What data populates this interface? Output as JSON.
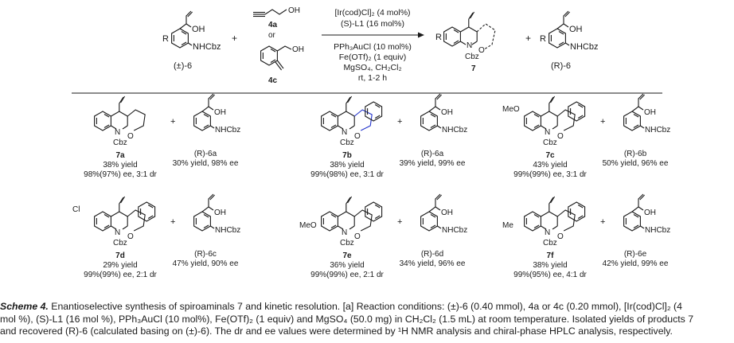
{
  "reaction": {
    "sm1_label": "(±)-6",
    "sm1_R": "R",
    "sm1_OH": "OH",
    "sm1_NHCbz": "NHCbz",
    "plus1": "+",
    "sm2a_OH": "OH",
    "sm2a_label": "4a",
    "or": "or",
    "sm2c_OH": "OH",
    "sm2c_label": "4c",
    "cond1": "[Ir(cod)Cl]₂ (4 mol%)",
    "cond2": "(S)-L1 (16 mol%)",
    "cond3": "PPh₃AuCl (10 mol%)",
    "cond4": "Fe(OTf)₂ (1 equiv)",
    "cond5": "MgSO₄, CH₂Cl₂",
    "cond6": "rt, 1-2 h",
    "prod_label": "7",
    "prod_R": "R",
    "prod_N": "N",
    "prod_Cbz": "Cbz",
    "prod_O": "O",
    "plus2": "+",
    "rec_R": "R",
    "rec_OH": "OH",
    "rec_NHCbz": "NHCbz",
    "rec_label": "(R)-6"
  },
  "products": [
    {
      "label": "7a",
      "yield": "38% yield",
      "ee": "98%(97%) ee, 3:1 dr",
      "rec_label": "(R)-6a",
      "rec_yield": "30% yield, 98% ee",
      "sub": "",
      "sub_color": ""
    },
    {
      "label": "7b",
      "yield": "38% yield",
      "ee": "99%(98%) ee, 3:1 dr",
      "rec_label": "(R)-6a",
      "rec_yield": "39% yield, 99% ee",
      "sub": "",
      "sub_color": ""
    },
    {
      "label": "7c",
      "yield": "43% yield",
      "ee": "99%(99%) ee, 3:1 dr",
      "rec_label": "(R)-6b",
      "rec_yield": "50% yield, 96% ee",
      "sub": "MeO",
      "sub_color": "#e02020"
    },
    {
      "label": "7d",
      "yield": "29% yield",
      "ee": "99%(99%) ee, 2:1 dr",
      "rec_label": "(R)-6c",
      "rec_yield": "47% yield, 90% ee",
      "sub": "Cl",
      "sub_color": "#e02020"
    },
    {
      "label": "7e",
      "yield": "36% yield",
      "ee": "99%(99%) ee, 2:1 dr",
      "rec_label": "(R)-6d",
      "rec_yield": "34% yield, 96% ee",
      "sub": "MeO",
      "sub_color": "#e02020"
    },
    {
      "label": "7f",
      "yield": "38% yield",
      "ee": "99%(95%) ee, 4:1 dr",
      "rec_label": "(R)-6e",
      "rec_yield": "42% yield, 99% ee",
      "sub": "Me",
      "sub_color": "#e02020"
    }
  ],
  "caption": {
    "scheme": "Scheme 4.",
    "line1": "Enantioselective synthesis of spiroaminals 7 and kinetic resolution. [a] Reaction conditions: (±)-6 (0.40 mmol), 4a or 4c (0.20 mmol), [Ir(cod)Cl]₂ (4",
    "line2": "mol %), (S)-L1 (16 mol %), PPh₃AuCl (10 mol%), Fe(OTf)₂ (1 equiv) and MgSO₄ (50.0 mg) in CH₂Cl₂ (1.5 mL) at room temperature. Isolated yields of products 7",
    "line3": "and recovered (R)-6 (calculated basing on (±)-6). The dr and ee values were determined by ¹H NMR analysis and chiral-phase HPLC analysis, respectively."
  }
}
